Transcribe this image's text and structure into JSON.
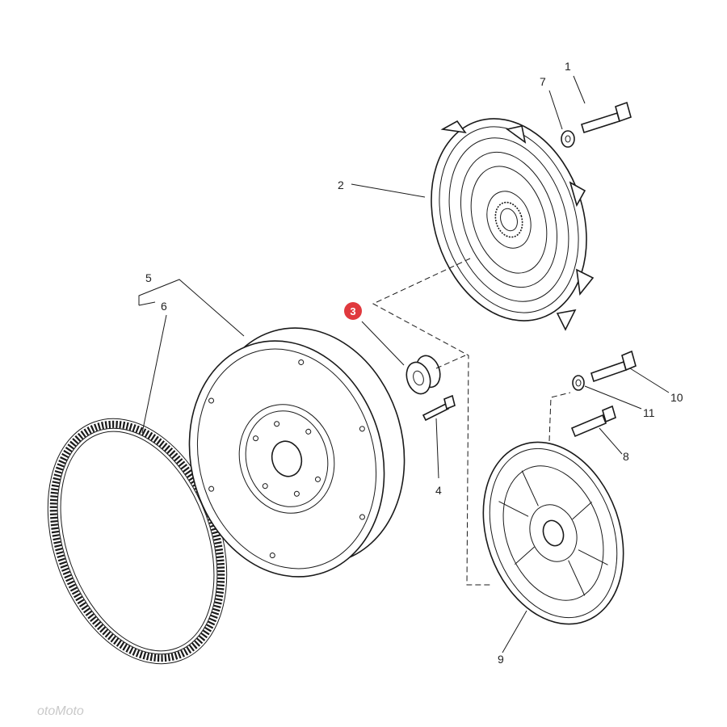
{
  "diagram": {
    "labels": [
      {
        "id": "1",
        "text": "1"
      },
      {
        "id": "2",
        "text": "2"
      },
      {
        "id": "3",
        "text": "3"
      },
      {
        "id": "4",
        "text": "4"
      },
      {
        "id": "5",
        "text": "5"
      },
      {
        "id": "6",
        "text": "6"
      },
      {
        "id": "7",
        "text": "7"
      },
      {
        "id": "8",
        "text": "8"
      },
      {
        "id": "9",
        "text": "9"
      },
      {
        "id": "10",
        "text": "10"
      },
      {
        "id": "11",
        "text": "11"
      }
    ],
    "highlighted_label": "3",
    "highlight_color": "#e0393e",
    "watermark": "otoMoto"
  }
}
